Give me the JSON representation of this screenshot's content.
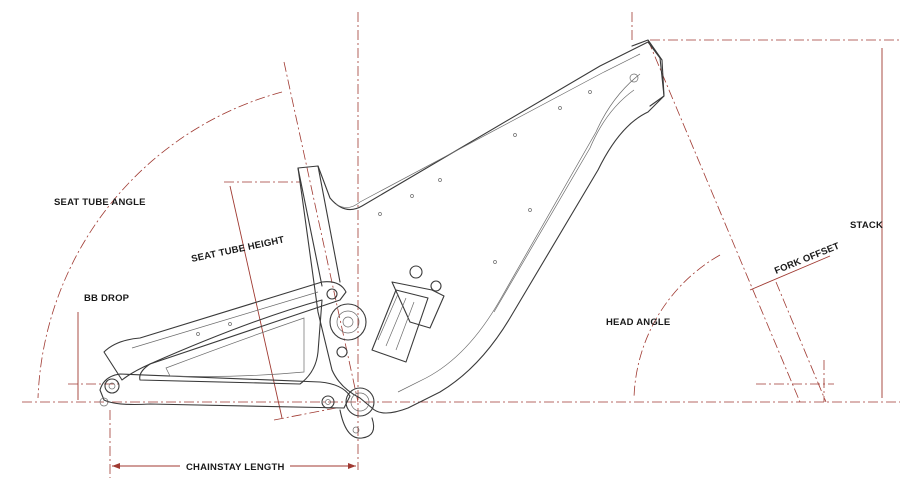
{
  "labels": {
    "seat_tube_angle": "SEAT TUBE ANGLE",
    "seat_tube_height": "SEAT TUBE HEIGHT",
    "bb_drop": "BB DROP",
    "chainstay_length": "CHAINSTAY LENGTH",
    "head_angle": "HEAD ANGLE",
    "fork_offset": "FORK OFFSET",
    "stack": "STACK"
  },
  "colors": {
    "dimension_lines": "#a03a32",
    "frame_lines": "#3a3a3a"
  }
}
